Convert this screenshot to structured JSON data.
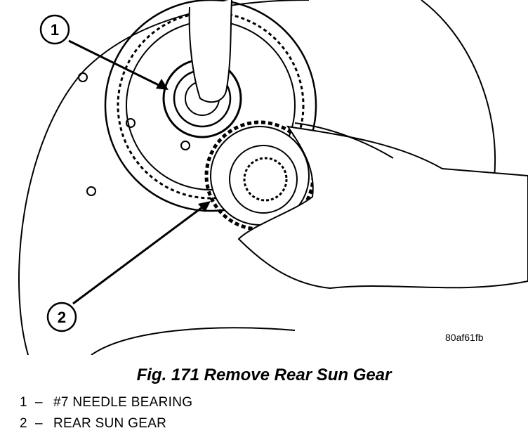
{
  "figure": {
    "number_label": "Fig. 171",
    "title": "Remove Rear Sun Gear",
    "image_code": "80af61fb"
  },
  "callouts": [
    {
      "number": "1",
      "label": "#7 NEEDLE BEARING"
    },
    {
      "number": "2",
      "label": "REAR SUN GEAR"
    }
  ],
  "legend_separator": "–",
  "colors": {
    "ink": "#000000",
    "paper": "#ffffff"
  }
}
